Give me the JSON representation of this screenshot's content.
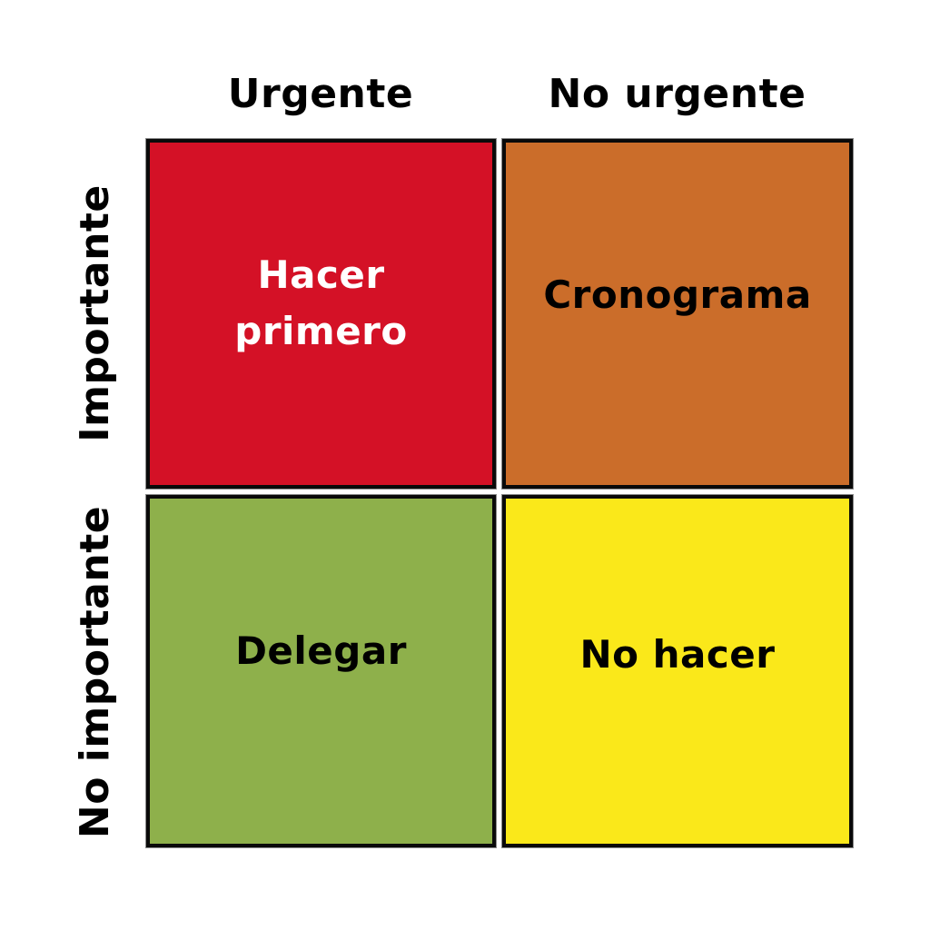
{
  "matrix": {
    "columns": [
      {
        "label": "Urgente"
      },
      {
        "label": "No urgente"
      }
    ],
    "rows": [
      {
        "label": "Importante"
      },
      {
        "label": "No importante"
      }
    ],
    "quadrants": [
      {
        "id": "urgent-important",
        "label_line1": "Hacer",
        "label_line2": "primero",
        "color": "#D41126",
        "text_color": "#FFFFFF"
      },
      {
        "id": "not-urgent-important",
        "label": "Cronograma",
        "color": "#CB6D2A",
        "text_color": "#000000"
      },
      {
        "id": "urgent-not-important",
        "label": "Delegar",
        "color": "#8EB04B",
        "text_color": "#000000"
      },
      {
        "id": "not-urgent-not-important",
        "label": "No hacer",
        "color": "#FAE81A",
        "text_color": "#000000"
      }
    ]
  }
}
